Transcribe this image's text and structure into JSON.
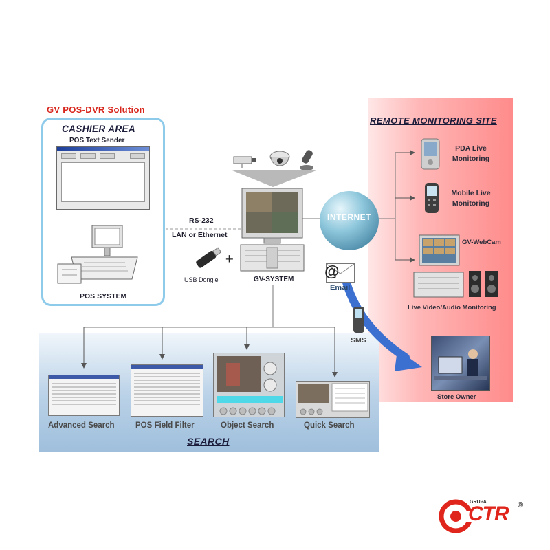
{
  "title": "GV POS-DVR Solution",
  "cashier": {
    "heading": "CASHIER AREA",
    "window_title": "POS Text Sender",
    "pos_label": "POS SYSTEM"
  },
  "connection": {
    "rs232": "RS-232",
    "lan": "LAN or Ethernet",
    "plus": "+",
    "usb_dongle": "USB Dongle"
  },
  "gv_system": {
    "label": "GV-SYSTEM"
  },
  "internet": {
    "label": "INTERNET"
  },
  "email": {
    "glyph": "@",
    "label": "Email"
  },
  "sms": {
    "label": "SMS"
  },
  "remote": {
    "heading": "REMOTE MONITORING SITE",
    "pda_line1": "PDA Live",
    "pda_line2": "Monitoring",
    "mobile_line1": "Mobile Live",
    "mobile_line2": "Monitoring",
    "webcam": "GV-WebCam",
    "video_audio": "Live Video/Audio Monitoring",
    "store_owner": "Store Owner"
  },
  "search": {
    "heading": "SEARCH",
    "items": [
      "Advanced Search",
      "POS Field Filter",
      "Object Search",
      "Quick Search"
    ]
  },
  "logo": {
    "small": "GRUPA",
    "main": "CTR",
    "reg": "®"
  },
  "colors": {
    "title_red": "#d8261d",
    "cashier_border": "#8ecbeb",
    "remote_bg": "#ff8b8b",
    "search_bg": "#9fbfdc",
    "arrow_blue": "#3b6fd0",
    "logo_red": "#e0261c"
  },
  "icons": [
    "camera-icon",
    "dome-camera-icon",
    "ptz-camera-icon",
    "usb-dongle-icon",
    "email-envelope-icon",
    "pda-icon",
    "mobile-phone-icon",
    "sms-phone-icon",
    "speaker-icon"
  ]
}
